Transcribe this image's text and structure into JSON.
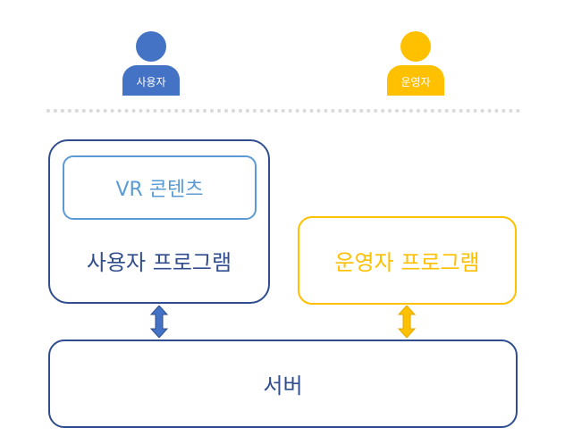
{
  "actors": {
    "user": {
      "label": "사용자",
      "color": "#4472c4"
    },
    "operator": {
      "label": "운영자",
      "color": "#ffc000"
    }
  },
  "boxes": {
    "vr_content": "VR 콘텐츠",
    "user_program": "사용자 프로그램",
    "operator_program": "운영자 프로그램",
    "server": "서버"
  },
  "colors": {
    "user_border": "#2f4d8f",
    "vr_border": "#5b9bd5",
    "operator_border": "#ffc000",
    "divider": "#d9d9d9"
  },
  "connections": [
    {
      "from": "user_program",
      "to": "server",
      "direction": "bidirectional",
      "color": "#4472c4"
    },
    {
      "from": "operator_program",
      "to": "server",
      "direction": "bidirectional",
      "color": "#ffc000"
    }
  ]
}
